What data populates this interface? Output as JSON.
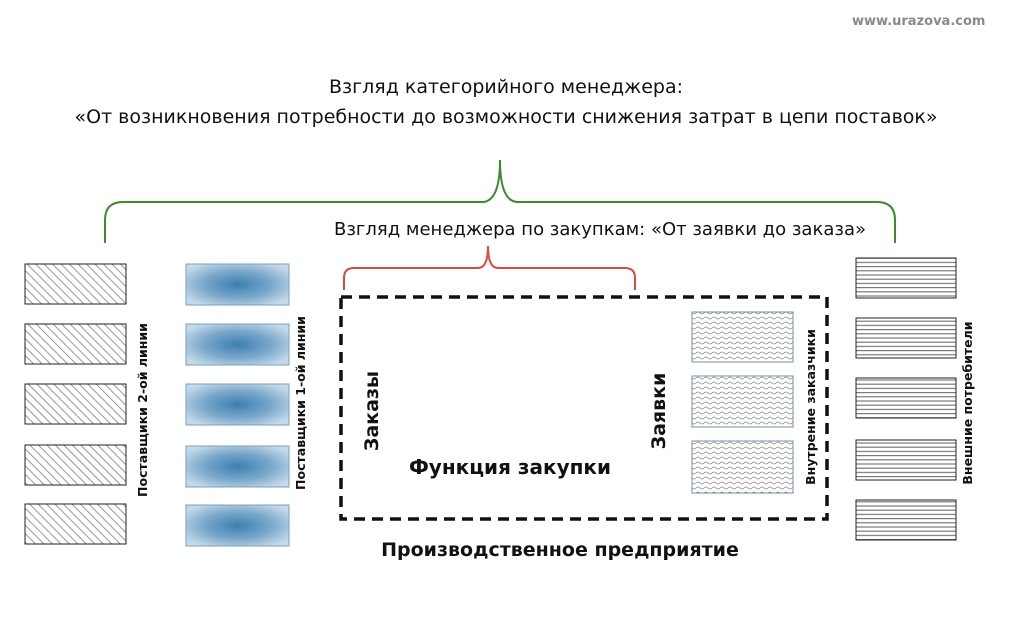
{
  "watermark": "www.urazova.com",
  "category_manager_view": {
    "line1": "Взгляд категорийного менеджера:",
    "line2": "«От возникновения потребности до возможности снижения затрат в цепи поставок»"
  },
  "purchase_manager_view": "Взгляд менеджера по закупкам: «От заявки до заказа»",
  "suppliers_2nd_line": {
    "label": "Поставщики 2-ой линии"
  },
  "suppliers_1st_line": {
    "label": "Поставщики 1-ой линии"
  },
  "purchasing_function": {
    "label": "Функция закупки",
    "orders_label": "Заказы",
    "requests_label": "Заявки"
  },
  "internal_customers": {
    "label": "Внутрение заказчики"
  },
  "external_consumers": {
    "label": "Внешние потребители"
  },
  "enterprise_label": "Производственное предприятие",
  "colors": {
    "category_bracket": "#3e8a2e",
    "purchase_bracket": "#d94a3f",
    "supplier_blue": "#3d7fb0",
    "dashed_border": "#111111",
    "watermark": "#8a8a8a"
  }
}
